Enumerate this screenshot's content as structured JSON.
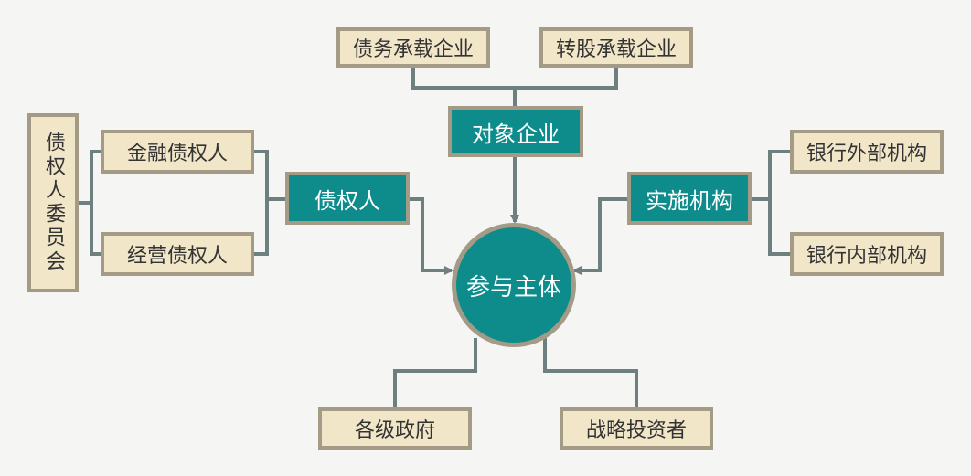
{
  "center": {
    "label": "参与主体"
  },
  "top": {
    "hub": "对象企业",
    "children": [
      "债务承载企业",
      "转股承载企业"
    ]
  },
  "left": {
    "hub": "债权人",
    "children": [
      "金融债权人",
      "经营债权人"
    ],
    "committee": "债权人委员会"
  },
  "right": {
    "hub": "实施机构",
    "children": [
      "银行外部机构",
      "银行内部机构"
    ]
  },
  "bottom": {
    "children": [
      "各级政府",
      "战略投资者"
    ]
  },
  "colors": {
    "teal": "#0e8c8c",
    "light_fill": "#f2e6c8",
    "border": "#a39b86",
    "connector": "#6e7f80"
  }
}
